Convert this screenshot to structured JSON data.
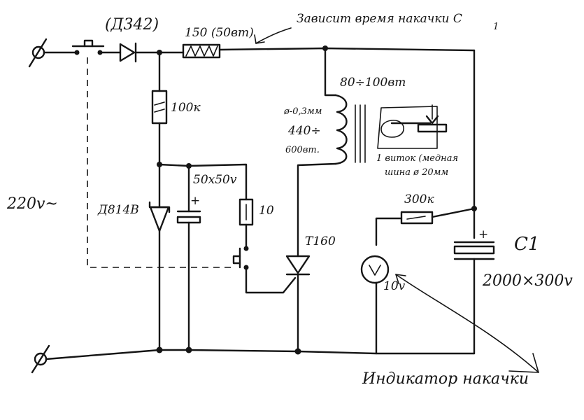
{
  "labels": {
    "diode": "(Д342)",
    "resistor_150": "150 (50вт)",
    "note_charge_time": "Зависит время накачки С",
    "note_charge_time_sub": "1",
    "resistor_100k": "100к",
    "supply": "220v~",
    "zener": "Д814В",
    "cap_small": "50x50v",
    "resistor_10": "10",
    "thyristor": "Т160",
    "coil_power": "80÷100вт",
    "coil_wire": "ø-0,3мм",
    "coil_turns_1": "440÷",
    "coil_turns_2": "600вт.",
    "secondary_1": "1 виток (медная",
    "secondary_2": "шина ø 20мм",
    "resistor_300k": "300к",
    "voltmeter_value": "10v",
    "cap_big_name": "С1",
    "cap_big_value": "2000×300v",
    "indicator": "Индикатор накачки",
    "plus": "+"
  }
}
